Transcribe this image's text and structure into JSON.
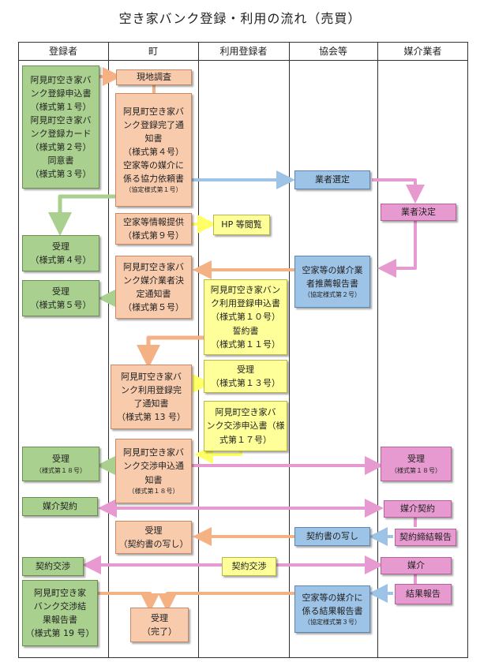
{
  "title": "空き家バンク登録・利用の流れ（売買）",
  "columns": [
    "登録者",
    "町",
    "利用登録者",
    "協会等",
    "媒介業者"
  ],
  "boxes": {
    "reg_apply": [
      "阿見町空き家バ",
      "ンク登録申込書",
      "（様式第１号）",
      "阿見町空き家バ",
      "ンク登録カード",
      "（様式第２号）",
      "同意書",
      "（様式第３号）"
    ],
    "survey": "現地調査",
    "reg_complete": [
      "阿見町空き家バ",
      "ンク登録完了通",
      "知書",
      "（様式第４号）",
      "空家等の媒介に",
      "係る協力依頼書"
    ],
    "reg_complete_note": "（協定様式第１号）",
    "select_agent": "業者選定",
    "decide_agent": "業者決定",
    "info_offer": [
      "空家等情報提供",
      "（様式第９号）"
    ],
    "hp": "HP 等閲覧",
    "recv4": [
      "受理",
      "（様式第４号）"
    ],
    "recommend": [
      "空家等の媒介業",
      "者推薦報告書"
    ],
    "recommend_note": "（協定様式第２号）",
    "agent_notice": [
      "阿見町空き家バ",
      "ンク媒介業者決",
      "定通知書",
      "（様式第５号）"
    ],
    "recv5": [
      "受理",
      "（様式第５号）"
    ],
    "user_apply": [
      "阿見町空き家バン",
      "ク利用登録申込書",
      "（様式第１０号）",
      "誓約書",
      "（様式第１１号）"
    ],
    "user_complete": [
      "阿見町空き家バ",
      "ンク利用登録完",
      "了通知書",
      "（様式第 13 号）"
    ],
    "recv13": [
      "受理",
      "（様式第１３号）"
    ],
    "nego_apply": [
      "阿見町空き家バ",
      "ンク交渉申込書（様",
      "式第１７号）"
    ],
    "nego_notice": [
      "阿見町空き家バ",
      "ンク交渉申込通",
      "知書"
    ],
    "nego_notice_note": "（様式第１８号）",
    "recv18_left": "受理",
    "recv18_left_note": "（様式第１８号）",
    "recv18_right": "受理",
    "recv18_right_note": "（様式第１８号）",
    "contract_left": "媒介契約",
    "contract_right": "媒介契約",
    "recv_copy": [
      "受理",
      "（契約書の写し）"
    ],
    "contract_copy": "契約書の写し",
    "contract_report": "契約締結報告",
    "nego_left": "契約交渉",
    "nego_mid": "契約交渉",
    "mediation": "媒介",
    "result_apply": [
      "阿見町空き家",
      "バンク交渉結",
      "果報告書",
      "（様式第 19 号）"
    ],
    "final_recv": [
      "受理",
      "（完了）"
    ],
    "result_report": [
      "空家等の媒介に",
      "係る結果報告書"
    ],
    "result_report_note": "（協定様式第３号）",
    "result_rep": "結果報告"
  }
}
